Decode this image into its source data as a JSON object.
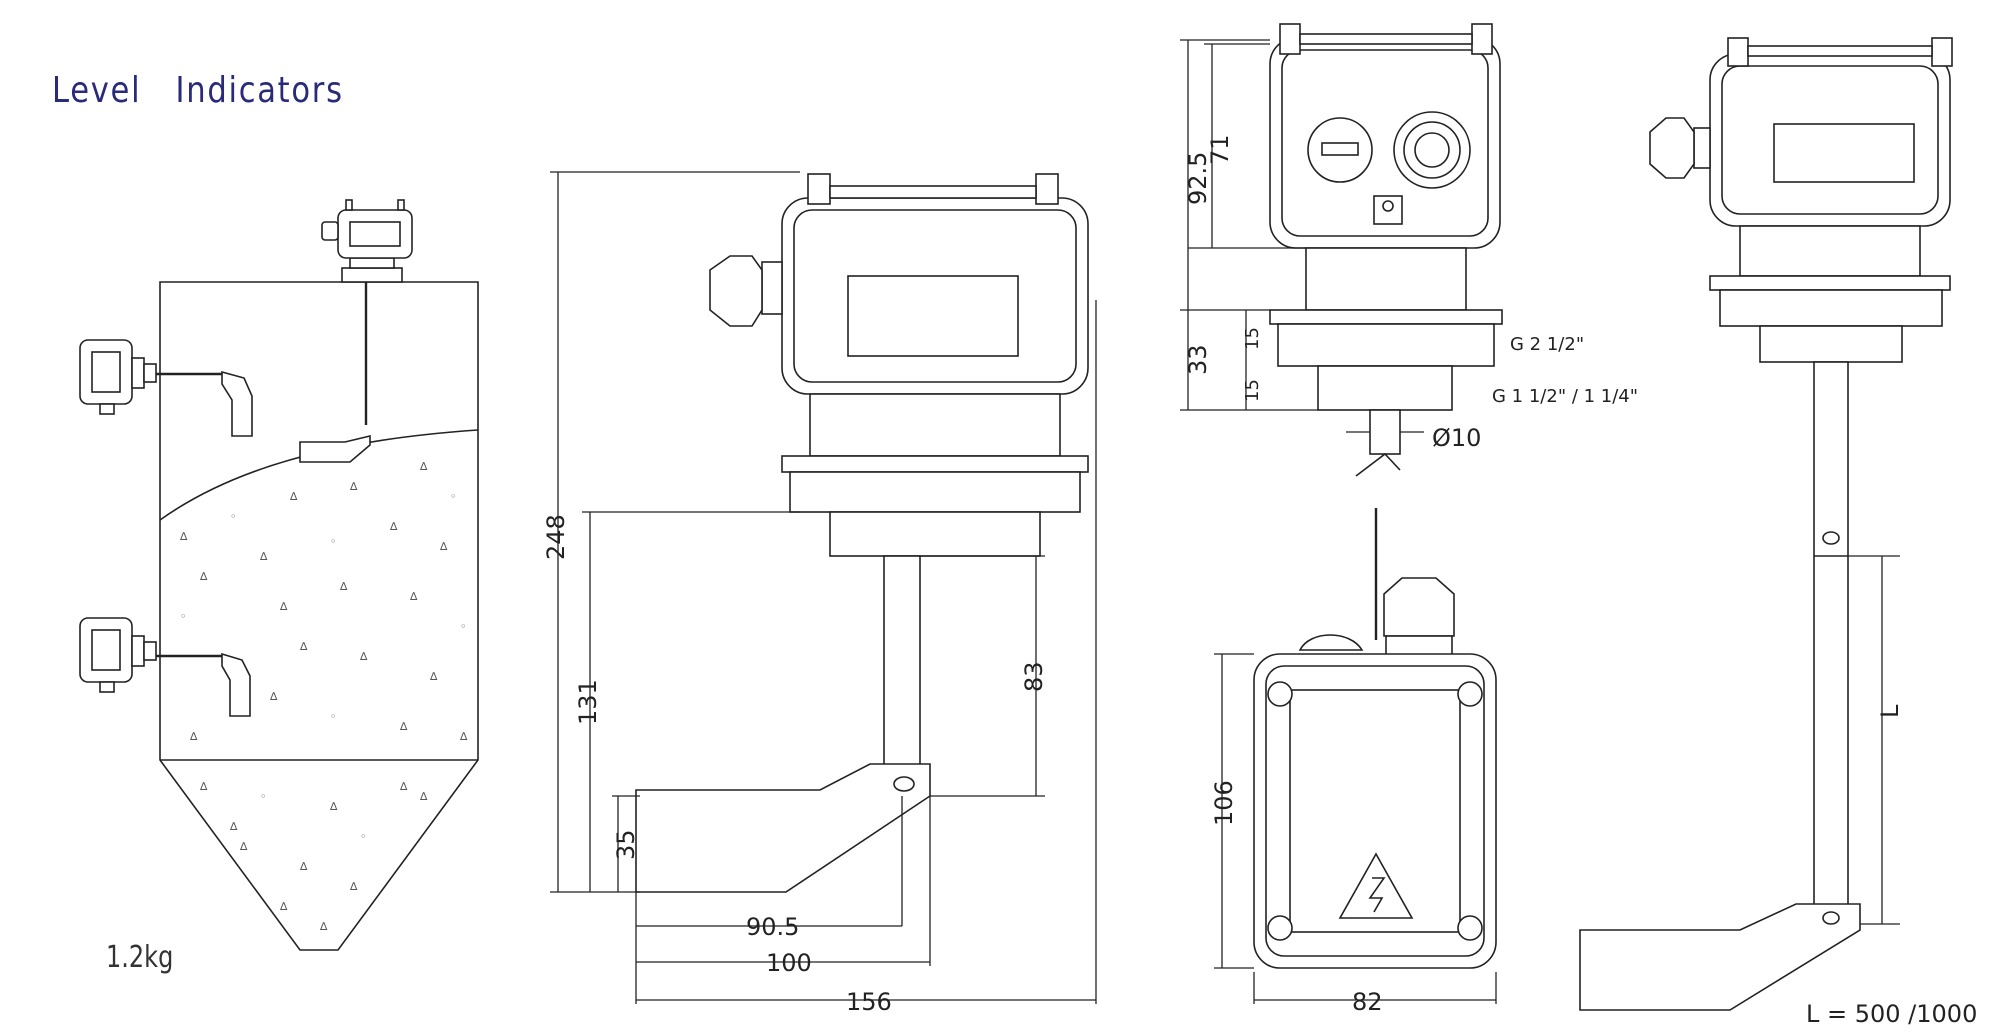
{
  "title": "Level   Indicators",
  "weight": "1.2kg",
  "dims": {
    "d248": "248",
    "d131": "131",
    "d83": "83",
    "d35": "35",
    "d90_5": "90.5",
    "d100": "100",
    "d156": "156",
    "d92_5": "92.5",
    "d71": "71",
    "d33": "33",
    "d15a": "15",
    "d15b": "15",
    "g212": "G 2 1/2\"",
    "g112": "G 1 1/2\" / 1 1/4\"",
    "dia10": "Ø10",
    "d106": "106",
    "d82": "82",
    "L": "L",
    "Lval": "L = 500 /1000"
  }
}
